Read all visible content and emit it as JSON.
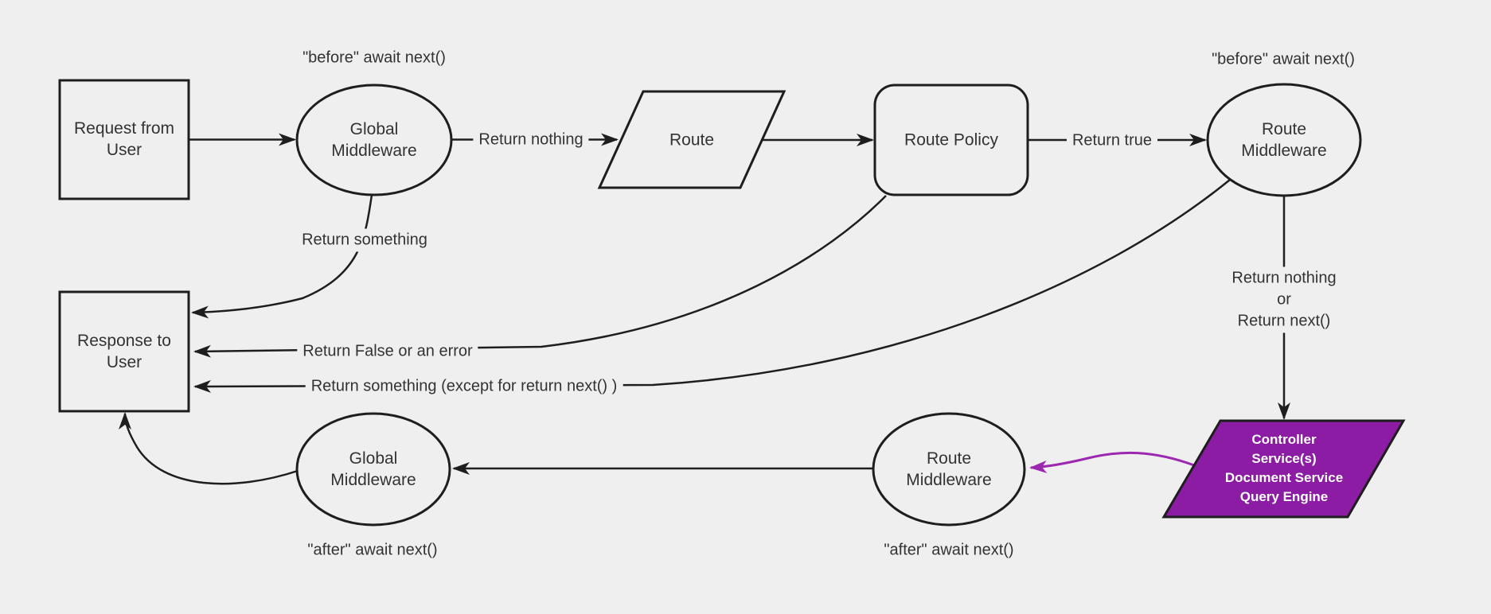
{
  "diagram": {
    "colors": {
      "background": "#efefef",
      "stroke": "#1e1e1e",
      "text": "#333333",
      "purple_fill": "#8B1CA3",
      "purple_arrow": "#9C27B0"
    },
    "nodes": {
      "request": {
        "label": "Request from\nUser",
        "shape": "rectangle"
      },
      "global_middleware_top": {
        "label": "Global\nMiddleware",
        "shape": "ellipse"
      },
      "route": {
        "label": "Route",
        "shape": "parallelogram"
      },
      "route_policy": {
        "label": "Route Policy",
        "shape": "rounded-rectangle"
      },
      "route_middleware_top": {
        "label": "Route\nMiddleware",
        "shape": "ellipse"
      },
      "controller": {
        "label": "Controller\nService(s)\nDocument Service\nQuery Engine",
        "shape": "parallelogram",
        "fill": "#8B1CA3"
      },
      "route_middleware_bottom": {
        "label": "Route\nMiddleware",
        "shape": "ellipse"
      },
      "global_middleware_bottom": {
        "label": "Global\nMiddleware",
        "shape": "ellipse"
      },
      "response": {
        "label": "Response to\nUser",
        "shape": "rectangle"
      }
    },
    "edge_labels": {
      "return_nothing": "Return nothing",
      "return_true": "Return true",
      "return_nothing_or_next": "Return nothing\nor\nReturn next()",
      "return_something": "Return something",
      "return_false": "Return False or an error",
      "return_something_except": "Return something (except for return next() )"
    },
    "annotations": {
      "before_global": "\"before\" await next()",
      "before_route": "\"before\" await next()",
      "after_global": "\"after\" await next()",
      "after_route": "\"after\" await next()"
    }
  }
}
